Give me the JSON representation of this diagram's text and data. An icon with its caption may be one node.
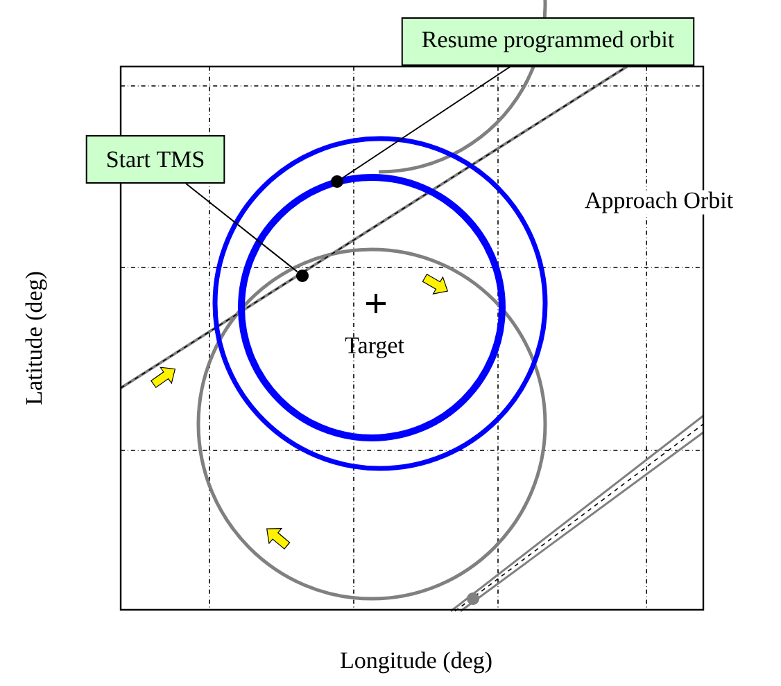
{
  "diagram": {
    "nodes": [
      {
        "text": [
          "Resume programmed orbit"
        ]
      },
      {
        "text": [
          "Start TMS"
        ]
      },
      {
        "text": [],
        "shape": "circle"
      },
      {
        "text": [],
        "shape": "circle"
      }
    ],
    "edges": [
      {
        "from": 0,
        "to": 2,
        "arrow": "none"
      },
      {
        "from": 1,
        "to": 3,
        "arrow": "none"
      }
    ],
    "labels": [
      "Approach Orbit",
      "Target",
      "Latitude (deg)",
      "Longitude (deg)"
    ]
  }
}
